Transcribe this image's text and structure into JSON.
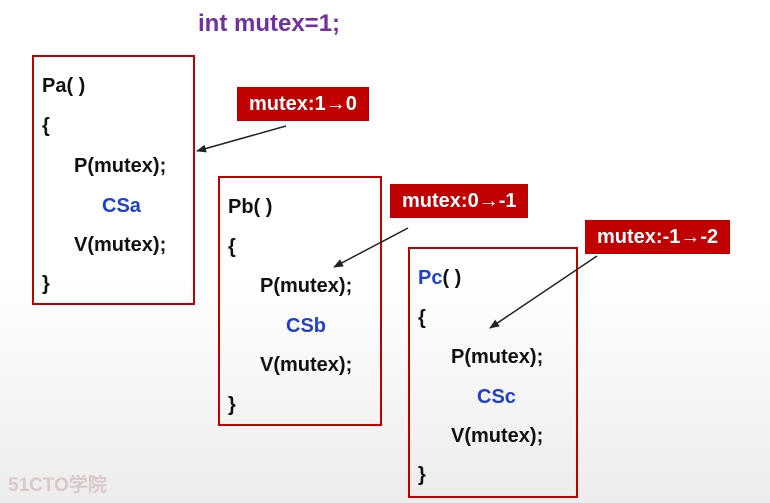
{
  "title": "int mutex=1;",
  "boxes": [
    {
      "name": "Pa( )",
      "open": "{",
      "p": "P(mutex);",
      "cs": "CSa",
      "v": "V(mutex);",
      "close": "}"
    },
    {
      "name": "Pb( )",
      "open": "{",
      "p": "P(mutex);",
      "cs": "CSb",
      "v": "V(mutex);",
      "close": "}"
    },
    {
      "name_prefix": "Pc",
      "name_suffix": "( )",
      "open": "{",
      "p": "P(mutex);",
      "cs": "CSc",
      "v": "V(mutex);",
      "close": "}"
    }
  ],
  "labels": [
    "mutex:1→0",
    "mutex:0→-1",
    "mutex:-1→-2"
  ],
  "watermark": "51CTO学院",
  "colors": {
    "box_border": "#c00000",
    "label_bg": "#c00000",
    "title": "#7030a0",
    "cs_text": "#1f3fd0"
  }
}
